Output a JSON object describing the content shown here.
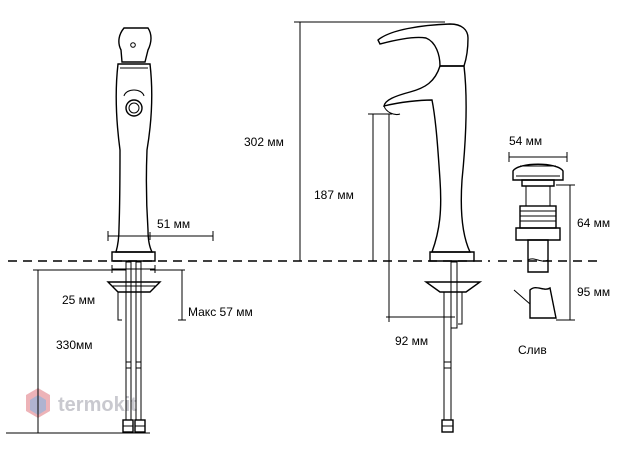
{
  "dimensions": {
    "width_51": "51 мм",
    "depth_25": "25 мм",
    "max_57": "Макс 57 мм",
    "hose_330": "330мм",
    "height_302": "302 мм",
    "spout_187": "187 мм",
    "reach_92": "92 мм",
    "drain_54": "54 мм",
    "drain_64": "64 мм",
    "drain_95": "95 мм"
  },
  "labels": {
    "drain": "Слив"
  },
  "watermark": {
    "text": "termokit",
    "color": "#c9c9cf",
    "icon_colors": [
      "#e8a0a6",
      "#9fb3d6"
    ]
  }
}
